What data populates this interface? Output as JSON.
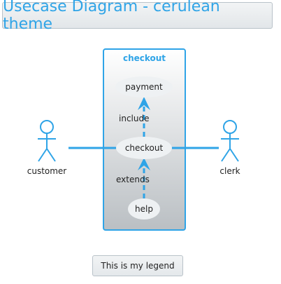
{
  "title": "Usecase Diagram - cerulean theme",
  "package": {
    "name": "checkout"
  },
  "usecases": {
    "payment": "payment",
    "checkout": "checkout",
    "help": "help"
  },
  "actors": {
    "customer": "customer",
    "clerk": "clerk"
  },
  "relations": {
    "include_label": "include",
    "extends_label": "extends"
  },
  "legend": "This is my legend",
  "colors": {
    "accent": "#2fa4e7",
    "ellipse_fill": "#eef1f3",
    "package_top": "#ffffff",
    "package_bottom": "#babfc3"
  }
}
